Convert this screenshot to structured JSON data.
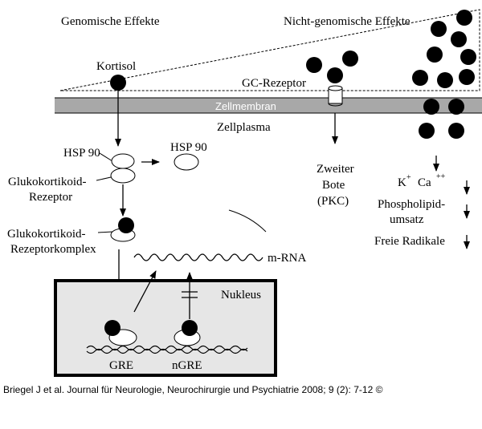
{
  "labels": {
    "genomic": "Genomische Effekte",
    "nongenomic": "Nicht-genomische Effekte",
    "kortisol": "Kortisol",
    "gc_receptor": "GC-Rezeptor",
    "membrane": "Zellmembran",
    "plasma": "Zellplasma",
    "hsp90_left": "HSP 90",
    "hsp90_right": "HSP 90",
    "gk_receptor_1": "Glukokortikoid-",
    "gk_receptor_2": "Rezeptor",
    "gk_complex_1": "Glukokortikoid-",
    "gk_complex_2": "Rezeptorkomplex",
    "second_messenger_1": "Zweiter",
    "second_messenger_2": "Bote",
    "second_messenger_3": "(PKC)",
    "ion_k": "K",
    "ion_k_sup": "+",
    "ion_ca": "Ca",
    "ion_ca_sup": "++",
    "phospholipid_1": "Phospholipid-",
    "phospholipid_2": "umsatz",
    "radicals": "Freie Radikale",
    "mrna": "m-RNA",
    "nucleus": "Nukleus",
    "gre": "GRE",
    "ngre": "nGRE"
  },
  "citation": "Briegel J et al. Journal für Neurologie, Neurochirurgie und Psychiatrie 2008; 9 (2): 7-12 ©",
  "colors": {
    "membrane_fill": "#a8a8a8",
    "membrane_text": "#ffffff",
    "nucleus_fill": "#e6e6e6",
    "ink": "#000000"
  }
}
